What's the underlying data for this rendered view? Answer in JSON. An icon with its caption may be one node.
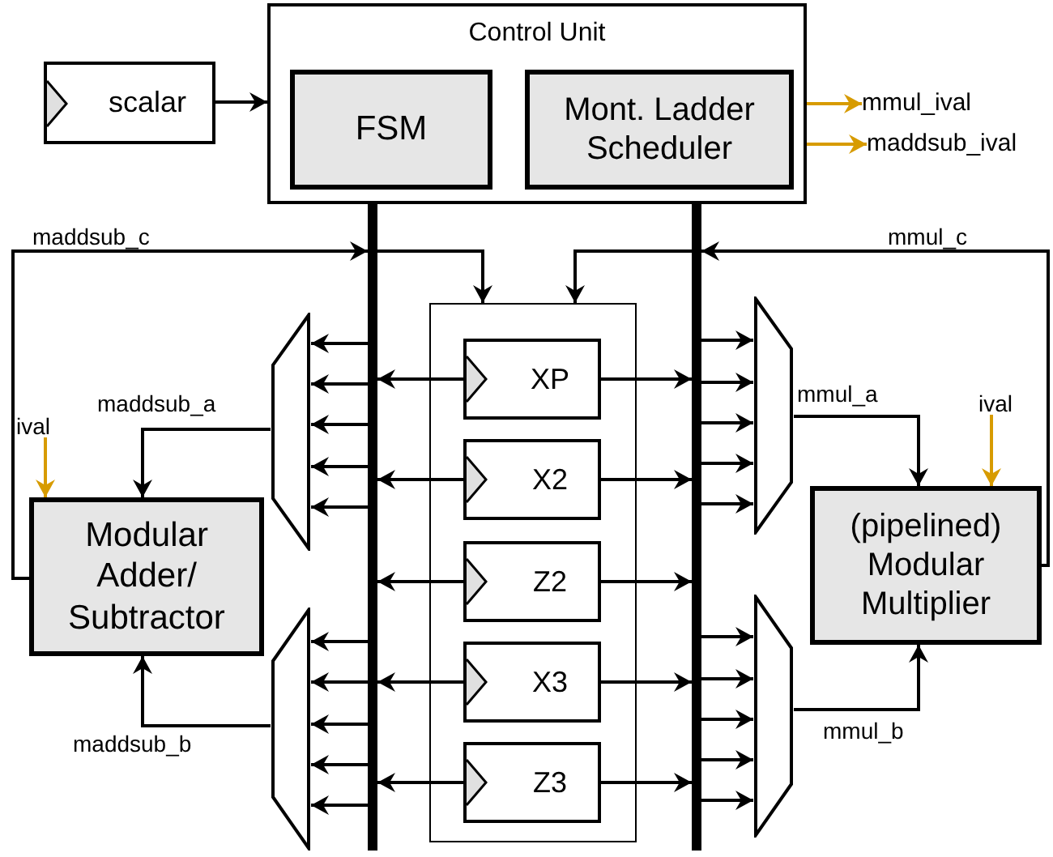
{
  "diagram": {
    "nodes": [
      {
        "text": [
          "Control Unit"
        ]
      },
      {
        "text": [
          "FSM"
        ],
        "in": 0
      },
      {
        "text": [
          "Mont. Ladder Scheduler"
        ],
        "in": 0
      },
      {
        "text": [
          "scalar"
        ]
      },
      {
        "text": [
          "mmul_ival"
        ]
      },
      {
        "text": [
          "maddsub_ival"
        ]
      },
      {
        "text": [],
        "shape": "bar"
      },
      {
        "text": [],
        "shape": "bar"
      },
      {
        "text": [],
        "shape": "box"
      },
      {
        "text": [
          "XP"
        ],
        "in": 8
      },
      {
        "text": [
          "X2"
        ],
        "in": 8
      },
      {
        "text": [
          "Z2"
        ],
        "in": 8
      },
      {
        "text": [
          "X3"
        ],
        "in": 8
      },
      {
        "text": [
          "Z3"
        ],
        "in": 8
      },
      {
        "text": [],
        "shape": "trapezoid"
      },
      {
        "text": [],
        "shape": "trapezoid"
      },
      {
        "text": [],
        "shape": "trapezoid"
      },
      {
        "text": [],
        "shape": "trapezoid"
      },
      {
        "text": [
          "Modular Adder/ Subtractor"
        ]
      },
      {
        "text": [
          "(pipelined) Modular Multiplier"
        ]
      },
      {
        "text": [
          "ival"
        ]
      },
      {
        "text": [
          "ival"
        ]
      }
    ],
    "edges": [
      {
        "from": 3,
        "to": 0,
        "arrow": "to"
      },
      {
        "from": 0,
        "to": 4,
        "arrow": "to",
        "color": "#d79b00"
      },
      {
        "from": 0,
        "to": 5,
        "arrow": "to",
        "color": "#d79b00"
      },
      {
        "from": 18,
        "to": 6,
        "arrow": "to",
        "label": "maddsub_c"
      },
      {
        "from": 6,
        "to": 8,
        "arrow": "to"
      },
      {
        "from": 19,
        "to": 7,
        "arrow": "to",
        "label": "mmul_c"
      },
      {
        "from": 7,
        "to": 8,
        "arrow": "to"
      },
      {
        "from": 9,
        "to": 6,
        "arrow": "to"
      },
      {
        "from": 9,
        "to": 7,
        "arrow": "to"
      },
      {
        "from": 10,
        "to": 6,
        "arrow": "to"
      },
      {
        "from": 10,
        "to": 7,
        "arrow": "to"
      },
      {
        "from": 11,
        "to": 6,
        "arrow": "to"
      },
      {
        "from": 11,
        "to": 7,
        "arrow": "to"
      },
      {
        "from": 12,
        "to": 6,
        "arrow": "to"
      },
      {
        "from": 12,
        "to": 7,
        "arrow": "to"
      },
      {
        "from": 13,
        "to": 6,
        "arrow": "to"
      },
      {
        "from": 13,
        "to": 7,
        "arrow": "to"
      },
      {
        "from": 6,
        "to": 14,
        "arrow": "to"
      },
      {
        "from": 6,
        "to": 14,
        "arrow": "to"
      },
      {
        "from": 6,
        "to": 14,
        "arrow": "to"
      },
      {
        "from": 6,
        "to": 14,
        "arrow": "to"
      },
      {
        "from": 6,
        "to": 14,
        "arrow": "to"
      },
      {
        "from": 6,
        "to": 15,
        "arrow": "to"
      },
      {
        "from": 6,
        "to": 15,
        "arrow": "to"
      },
      {
        "from": 6,
        "to": 15,
        "arrow": "to"
      },
      {
        "from": 6,
        "to": 15,
        "arrow": "to"
      },
      {
        "from": 6,
        "to": 15,
        "arrow": "to"
      },
      {
        "from": 7,
        "to": 16,
        "arrow": "to"
      },
      {
        "from": 7,
        "to": 16,
        "arrow": "to"
      },
      {
        "from": 7,
        "to": 16,
        "arrow": "to"
      },
      {
        "from": 7,
        "to": 16,
        "arrow": "to"
      },
      {
        "from": 7,
        "to": 16,
        "arrow": "to"
      },
      {
        "from": 7,
        "to": 17,
        "arrow": "to"
      },
      {
        "from": 7,
        "to": 17,
        "arrow": "to"
      },
      {
        "from": 7,
        "to": 17,
        "arrow": "to"
      },
      {
        "from": 7,
        "to": 17,
        "arrow": "to"
      },
      {
        "from": 7,
        "to": 17,
        "arrow": "to"
      },
      {
        "from": 14,
        "to": 18,
        "arrow": "to",
        "label": "maddsub_a"
      },
      {
        "from": 15,
        "to": 18,
        "arrow": "to",
        "label": "maddsub_b"
      },
      {
        "from": 16,
        "to": 19,
        "arrow": "to",
        "label": "mmul_a"
      },
      {
        "from": 17,
        "to": 19,
        "arrow": "to",
        "label": "mmul_b"
      },
      {
        "from": 20,
        "to": 18,
        "arrow": "to",
        "color": "#d79b00"
      },
      {
        "from": 21,
        "to": 19,
        "arrow": "to",
        "color": "#d79b00"
      }
    ]
  }
}
